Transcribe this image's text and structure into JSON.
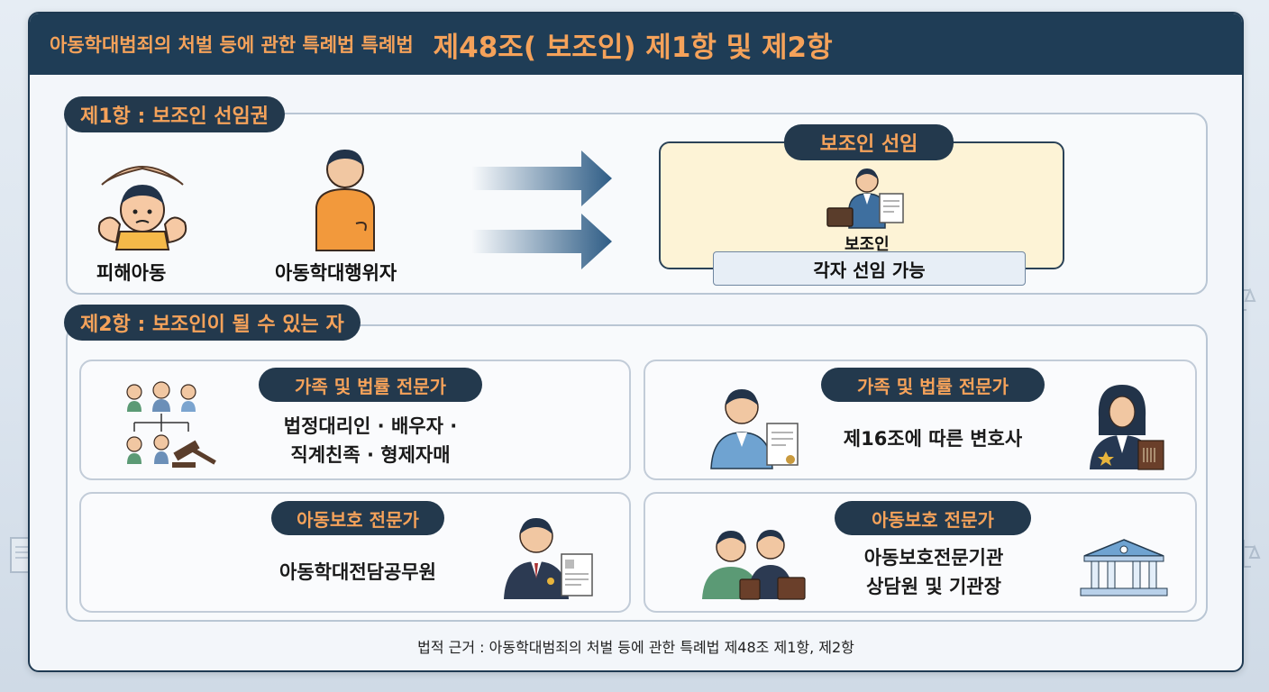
{
  "header": {
    "law_title": "아동학대범죄의 처벌 등에 관한 특례법 특례법",
    "article_title": "제48조( 보조인)  제1항 및 제2항"
  },
  "section1": {
    "label": "제1항 : 보조인 선임권",
    "victim_label": "피해아동",
    "offender_label": "아동학대행위자",
    "appointment": {
      "title": "보조인 선임",
      "assistant_label": "보조인",
      "note": "각자 선임 가능"
    }
  },
  "section2": {
    "label": "제2항 : 보조인이 될 수 있는 자",
    "cards": [
      {
        "pill": "가족 및 법률 전문가",
        "lines": [
          "법정대리인 · 배우자 ·",
          "직계친족 · 형제자매"
        ]
      },
      {
        "pill": "가족 및 법률 전문가",
        "lines": [
          "제16조에 따른 변호사"
        ]
      },
      {
        "pill": "아동보호 전문가",
        "lines": [
          "아동학대전담공무원"
        ]
      },
      {
        "pill": "아동보호 전문가",
        "lines": [
          "아동보호전문기관",
          "상담원 및 기관장"
        ]
      }
    ]
  },
  "footer": "법적 근거 : 아동학대범죄의 처벌 등에 관한 특례법 제48조 제1항, 제2항",
  "colors": {
    "navy": "#1f3d56",
    "orange": "#f5a25a",
    "cream": "#fdf3d6",
    "blue_arrow": "#2f5d86"
  },
  "icons": [
    "protecting-hands-icon",
    "child-icon",
    "adult-icon",
    "arrow-icon",
    "assistant-icon",
    "family-tree-icon",
    "gavel-icon",
    "lawyer-icon",
    "officer-icon",
    "counselor-icon",
    "building-icon"
  ]
}
